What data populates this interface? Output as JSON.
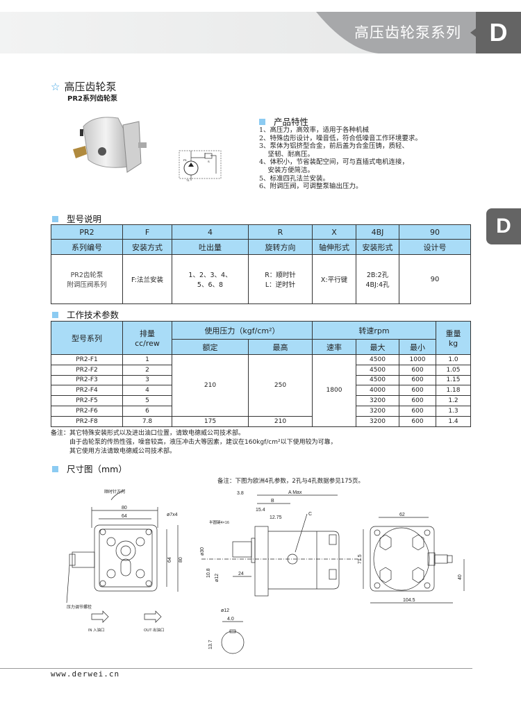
{
  "header": {
    "title": "高压齿轮泵系列",
    "section_letter": "D"
  },
  "side_tab": "D",
  "product": {
    "title": "高压齿轮泵",
    "subtitle": "PR2系列齿轮泵"
  },
  "features": {
    "title": "产品特性",
    "items": [
      "1、高压力，高效率，适用于各种机械",
      "2、特殊齿形设计，噪音低，符合低噪音工作环境要求。",
      "3、泵体为铝挤型合金，前后盖为合金压铸，质轻、",
      "　 坚韧、耐高压。",
      "4、体积小，节省装配空间，可与直插式电机连接，",
      "　 安装方便简洁。",
      "5、标准四孔法兰安装。",
      "6、附调压阀，可调整泵输出压力。"
    ]
  },
  "schematic": {
    "p": "P1",
    "t": "T1",
    "s": "S"
  },
  "model": {
    "title": "型号说明",
    "codes": [
      "PR2",
      "F",
      "4",
      "R",
      "X",
      "4BJ",
      "90"
    ],
    "names": [
      "系列编号",
      "安装方式",
      "吐出量",
      "旋转方向",
      "轴伸形式",
      "安装形式",
      "设计号"
    ],
    "desc": [
      [
        "PR2齿轮泵",
        "附调压阀系列"
      ],
      [
        "F:法兰安装"
      ],
      [
        "1、2、3、4、",
        "5、6、8"
      ],
      [
        "R：顺时针",
        "L：逆时针"
      ],
      [
        "X:平行键"
      ],
      [
        "2B:2孔",
        "4BJ:4孔"
      ],
      [
        "90"
      ]
    ]
  },
  "params": {
    "title": "工作技术参数",
    "headers": {
      "model": "型号系列",
      "disp": "排量",
      "disp_unit": "cc/rew",
      "pressure": "使用压力（kgf/cm²）",
      "rated": "额定",
      "max": "最高",
      "speed": "转速rpm",
      "rate": "速率",
      "smax": "最大",
      "smin": "最小",
      "weight": "重量",
      "weight_unit": "kg"
    },
    "rows": [
      {
        "model": "PR2-F1",
        "disp": "1",
        "smax": "4500",
        "smin": "1000",
        "kg": "1.0"
      },
      {
        "model": "PR2-F2",
        "disp": "2",
        "smax": "4500",
        "smin": "600",
        "kg": "1.05"
      },
      {
        "model": "PR2-F3",
        "disp": "3",
        "smax": "4500",
        "smin": "600",
        "kg": "1.15"
      },
      {
        "model": "PR2-F4",
        "disp": "4",
        "smax": "4000",
        "smin": "600",
        "kg": "1.18"
      },
      {
        "model": "PR2-F5",
        "disp": "5",
        "smax": "3200",
        "smin": "600",
        "kg": "1.2"
      },
      {
        "model": "PR2-F6",
        "disp": "6",
        "smax": "3200",
        "smin": "600",
        "kg": "1.3"
      },
      {
        "model": "PR2-F8",
        "disp": "7.8",
        "smax": "3200",
        "smin": "600",
        "kg": "1.4"
      }
    ],
    "rated_main": "210",
    "max_main": "250",
    "rated_f8": "175",
    "max_f8": "210",
    "rate": "1800",
    "notes": [
      "备注：其它特殊安装形式以及进出油口位置，请致电德威公司技术部。",
      "　　　由于齿轮泵的传热性强，噪音较高，液压冲击大等因素，建议在160kgf/cm²以下使用较为可靠，",
      "　　　其它使用方法请致电德威公司技术部。"
    ]
  },
  "dims": {
    "title": "尺寸图（mm）",
    "note": "备注：下图为欧洲4孔参数，2孔与4孔数据参见175页。",
    "front": {
      "rot": "顺时针方向",
      "w80": "80",
      "w64": "64",
      "hole": "ø7x4",
      "h64": "64",
      "h80": "80",
      "screw": "压力调节螺栓",
      "in": "IN 入油口",
      "out": "OUT 出油口"
    },
    "side": {
      "d38": "3.8",
      "amax": "A Max",
      "b": "B",
      "d154": "15.4",
      "d1275": "12.75",
      "c": "C",
      "key": "半圆键4×16",
      "d30": "ø30",
      "d108": "10.8",
      "d12": "ø12",
      "d24": "24",
      "s_d12": "ø12",
      "s_40": "4.0",
      "s_137": "13.7"
    },
    "rear": {
      "w62": "62",
      "h715": "71.5",
      "h40": "40",
      "w1045": "104.5"
    }
  },
  "footer": {
    "url": "www.derwei.cn"
  },
  "colors": {
    "accent": "#8ccbf2",
    "table_header": "#a9dcf7",
    "band_dark": "#646464"
  }
}
